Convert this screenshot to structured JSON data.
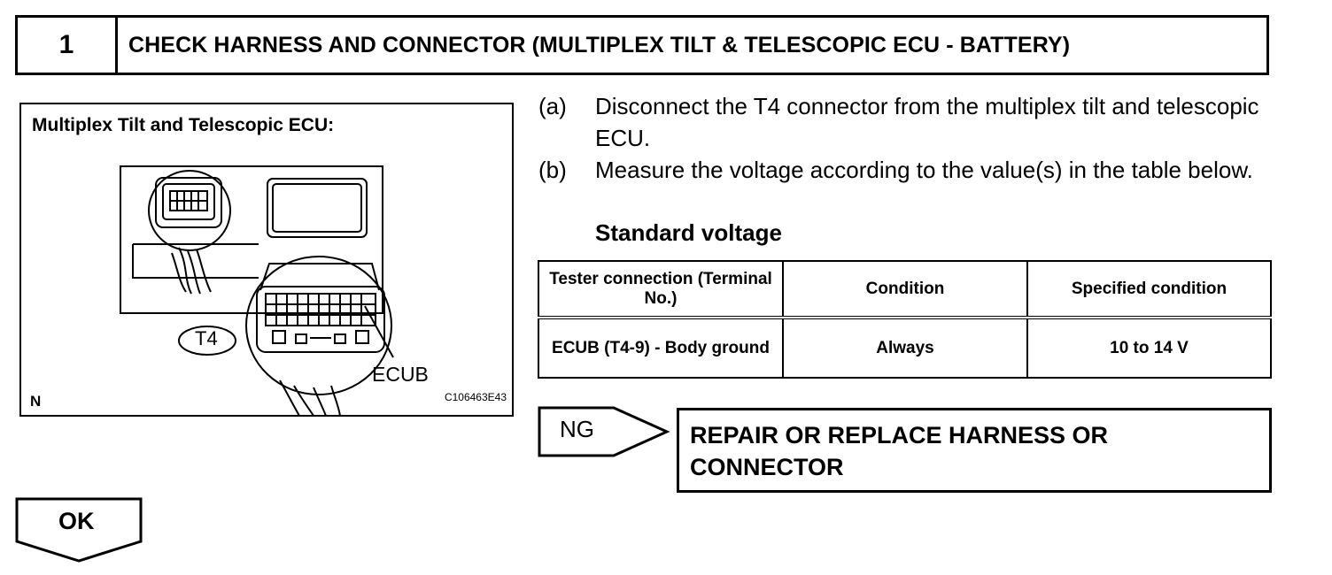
{
  "step": {
    "number": "1",
    "title": "CHECK HARNESS AND CONNECTOR (MULTIPLEX TILT & TELESCOPIC ECU - BATTERY)"
  },
  "figure": {
    "title": "Multiplex Tilt and Telescopic ECU:",
    "connector_label": "T4",
    "terminal_label": "ECUB",
    "corner_mark": "N",
    "image_code": "C106463E43"
  },
  "instructions": [
    {
      "marker": "(a)",
      "text": "Disconnect the T4 connector from the multiplex tilt and telescopic ECU."
    },
    {
      "marker": "(b)",
      "text": "Measure the voltage according to the value(s) in the table below."
    }
  ],
  "standard_label": "Standard voltage",
  "table": {
    "headers": [
      "Tester connection (Terminal No.)",
      "Condition",
      "Specified condition"
    ],
    "rows": [
      [
        "ECUB (T4-9) - Body ground",
        "Always",
        "10 to 14 V"
      ]
    ]
  },
  "ng": {
    "label": "NG",
    "action": "REPAIR OR REPLACE HARNESS OR CONNECTOR"
  },
  "ok": {
    "label": "OK"
  }
}
